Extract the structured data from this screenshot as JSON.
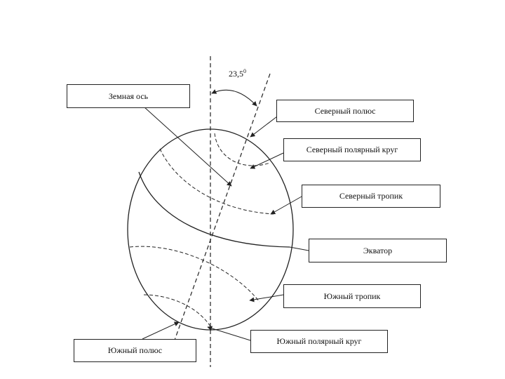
{
  "diagram": {
    "angle": {
      "value": "23,5",
      "degree": "0"
    },
    "labels": {
      "earth_axis": "Земная ось",
      "north_pole": "Северный полюс",
      "arctic_circle": "Северный полярный круг",
      "tropic_of_cancer": "Северный тропик",
      "equator": "Экватор",
      "tropic_of_capricorn": "Южный тропик",
      "antarctic_circle": "Южный полярный круг",
      "south_pole": "Южный полюс"
    }
  }
}
